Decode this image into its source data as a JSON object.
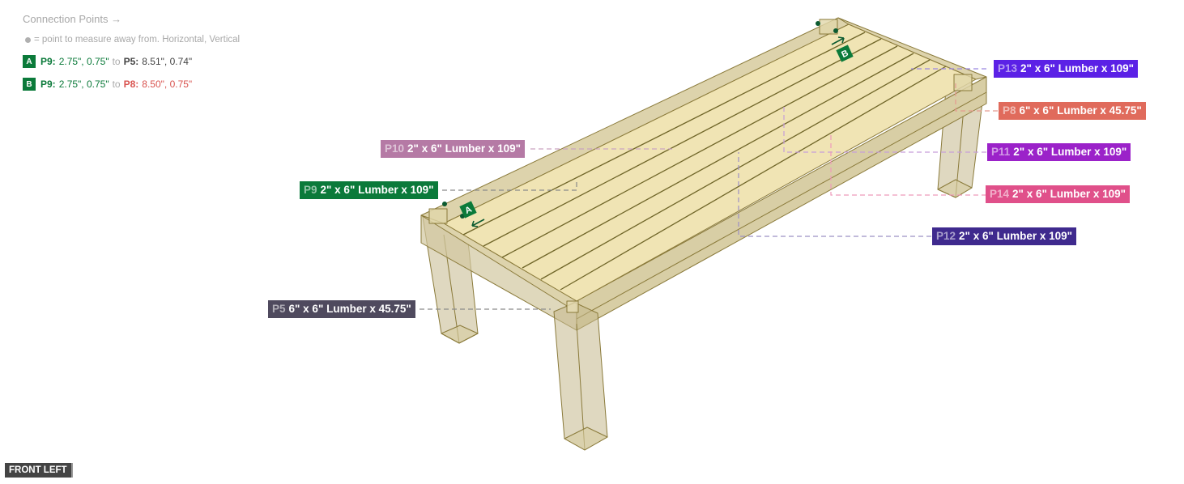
{
  "legend": {
    "title": "Connection Points →",
    "hint": "= point to measure away from. Horizontal, Vertical",
    "connections": [
      {
        "badge": "A",
        "from_part": "P9:",
        "from_vals": "2.75\", 0.75\"",
        "to_word": "to",
        "to_part": "P5:",
        "to_vals": "8.51\", 0.74\"",
        "to_color": "#444444"
      },
      {
        "badge": "B",
        "from_part": "P9:",
        "from_vals": "2.75\", 0.75\"",
        "to_word": "to",
        "to_part": "P8:",
        "to_vals": "8.50\", 0.75\"",
        "to_color": "#d9534f"
      }
    ]
  },
  "parts": [
    {
      "id": "P13",
      "desc": "2\" x 6\" Lumber x 109\"",
      "color": "#5b21e6"
    },
    {
      "id": "P8",
      "desc": "6\" x 6\" Lumber x 45.75\"",
      "color": "#e06b5c"
    },
    {
      "id": "P10",
      "desc": "2\" x 6\" Lumber x 109\"",
      "color": "#b57aa5"
    },
    {
      "id": "P11",
      "desc": "2\" x 6\" Lumber x 109\"",
      "color": "#9b22c9"
    },
    {
      "id": "P9",
      "desc": "2\" x 6\" Lumber x 109\"",
      "color": "#0b7a3a"
    },
    {
      "id": "P14",
      "desc": "2\" x 6\" Lumber x 109\"",
      "color": "#e0508a"
    },
    {
      "id": "P12",
      "desc": "2\" x 6\" Lumber x 109\"",
      "color": "#3f2a8e"
    },
    {
      "id": "P5",
      "desc": "6\" x 6\" Lumber x 45.75\"",
      "color": "#4f4a5e"
    }
  ],
  "markers": {
    "a": "A",
    "b": "B"
  },
  "view": {
    "label": "FRONT LEFT"
  },
  "colors": {
    "wood_top": "#f0e4b4",
    "wood_side": "#ddd3ac",
    "wood_dark": "#c9bd92",
    "edge": "#8a7a3a",
    "leg": "rgba(190,178,130,0.55)"
  }
}
